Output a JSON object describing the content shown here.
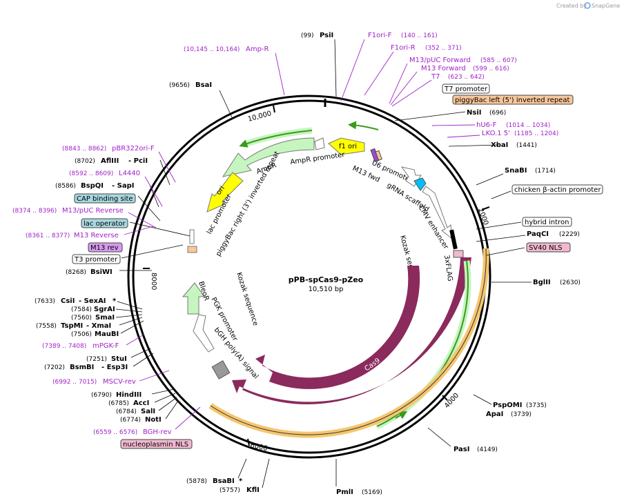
{
  "credit": {
    "prefix": "Created by",
    "brand": "SnapGene"
  },
  "center": {
    "name": "pPB-spCas9-pZeo",
    "length": "10,510 bp"
  },
  "tick_labels": [
    "10,000",
    "2000",
    "4000",
    "6000",
    "8000"
  ],
  "sites": {
    "psi": {
      "pos": "(99)",
      "name": "PsiI"
    },
    "bsa": {
      "pos": "(9656)",
      "name": "BsaI"
    },
    "nsi": {
      "name": "NsiI",
      "pos": "(696)"
    },
    "xba": {
      "name": "XbaI",
      "pos": "(1441)"
    },
    "snab": {
      "name": "SnaBI",
      "pos": "(1714)"
    },
    "paqc": {
      "name": "PaqCI",
      "pos": "(2229)"
    },
    "bgl": {
      "name": "BglII",
      "pos": "(2630)"
    },
    "pspom": {
      "name": "PspOMI",
      "pos": "(3735)"
    },
    "apa": {
      "name": "ApaI",
      "pos": "(3739)"
    },
    "pas": {
      "name": "PasI",
      "pos": "(4149)"
    },
    "pml": {
      "name": "PmlI",
      "pos": "(5169)"
    },
    "kfl": {
      "pos": "(5757)",
      "name": "KflI"
    },
    "bsab": {
      "pos": "(5878)",
      "name": "BsaBI",
      "star": "*"
    },
    "afl": {
      "pos": "(8702)",
      "name": "AflIII",
      "name2": "- PciI"
    },
    "bspq": {
      "pos": "(8586)",
      "name": "BspQI",
      "name2": "- SapI"
    },
    "bsiw": {
      "pos": "(8268)",
      "name": "BsiWI"
    },
    "csi": {
      "pos": "(7633)",
      "name": "CsiI",
      "name2": "- SexAI",
      "star": "*"
    },
    "sgra": {
      "pos": "(7584)",
      "name": "SgrAI"
    },
    "sma": {
      "pos": "(7560)",
      "name": "SmaI"
    },
    "tspm": {
      "pos": "(7558)",
      "name": "TspMI",
      "name2": "- XmaI"
    },
    "mau": {
      "pos": "(7506)",
      "name": "MauBI"
    },
    "stu": {
      "pos": "(7251)",
      "name": "StuI"
    },
    "bsmb": {
      "pos": "(7202)",
      "name": "BsmBI",
      "name2": "- Esp3I"
    },
    "hind": {
      "pos": "(6790)",
      "name": "HindIII"
    },
    "acc": {
      "pos": "(6785)",
      "name": "AccI"
    },
    "sal": {
      "pos": "(6784)",
      "name": "SalI"
    },
    "not": {
      "pos": "(6774)",
      "name": "NotI"
    }
  },
  "primers": {
    "ampr": {
      "pos": "(10,145 .. 10,164)",
      "name": "Amp-R"
    },
    "f1orif": {
      "name": "F1ori-F",
      "pos": "(140 .. 161)"
    },
    "f1orir": {
      "name": "F1ori-R",
      "pos": "(352 .. 371)"
    },
    "m13puc": {
      "name": "M13/pUC Forward",
      "pos": "(585 .. 607)"
    },
    "m13f": {
      "name": "M13 Forward",
      "pos": "(599 .. 616)"
    },
    "t7": {
      "name": "T7",
      "pos": "(623 .. 642)"
    },
    "hu6": {
      "name": "hU6-F",
      "pos": "(1014 .. 1034)"
    },
    "lko": {
      "name": "LKO.1 5'",
      "pos": "(1185 .. 1204)"
    },
    "pbr": {
      "pos": "(8843 .. 8862)",
      "name": "pBR322ori-F"
    },
    "l4440": {
      "pos": "(8592 .. 8609)",
      "name": "L4440"
    },
    "m13pucrev": {
      "pos": "(8374 .. 8396)",
      "name": "M13/pUC Reverse"
    },
    "m13rev": {
      "pos": "(8361 .. 8377)",
      "name": "M13 Reverse"
    },
    "mpgk": {
      "pos": "(7389 .. 7408)",
      "name": "mPGK-F"
    },
    "mscv": {
      "pos": "(6992 .. 7015)",
      "name": "MSCV-rev"
    },
    "bgh": {
      "pos": "(6559 .. 6576)",
      "name": "BGH-rev"
    }
  },
  "boxes": {
    "t7prom": "T7 promoter",
    "pbleft": "piggyBac left (5') inverted repeat",
    "cba": "chicken β-actin promoter",
    "hybrid": "hybrid intron",
    "sv40": "SV40 NLS",
    "cap": "CAP binding site",
    "lacop": "lac operator",
    "m13revbox": "M13 rev",
    "t3": "T3 promoter",
    "npNLS": "nucleoplasmin NLS"
  },
  "features": {
    "f1ori": "f1 ori",
    "ampr_prom": "AmpR promoter",
    "ampr": "AmpR",
    "ori": "ori",
    "lac_prom": "lac promoter",
    "pb_right": "piggyBac right (3') inverted repeat",
    "u6": "U6 promoter",
    "m13fwd": "M13 fwd",
    "grna": "gRNA scaffold",
    "cmv": "CMV enhancer",
    "kozak1": "Kozak sequence",
    "flag": "3xFLAG",
    "cas9_inner": "Cas9",
    "cas9_outer": "Cas9",
    "kozak2": "Kozak sequence",
    "pgk": "PGK promoter",
    "bleor": "BleoR",
    "bgh": "bGH poly(A) signal"
  },
  "colors": {
    "backbone": "#000000",
    "primer": "#a020c8",
    "cas9": "#8b2a5c",
    "ampr": "#c6f5c0",
    "ori": "#ffff00",
    "sv40_fill": "#f0b9cf",
    "pb_fill": "#f8c79b",
    "cap_fill": "#a8d8e0",
    "m13rev_fill": "#d89bf0",
    "cmv_fill": "#ffffff",
    "grna_fill": "#00bfff",
    "green_arrow": "#3a9a1a",
    "orange_band": "#f5c66e"
  }
}
